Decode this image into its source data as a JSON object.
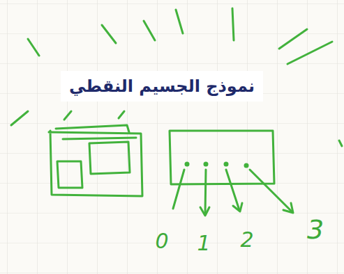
{
  "diagram": {
    "title": "نموذج الجسيم النقطي",
    "labels": [
      "0",
      "1",
      "2",
      "3"
    ]
  }
}
